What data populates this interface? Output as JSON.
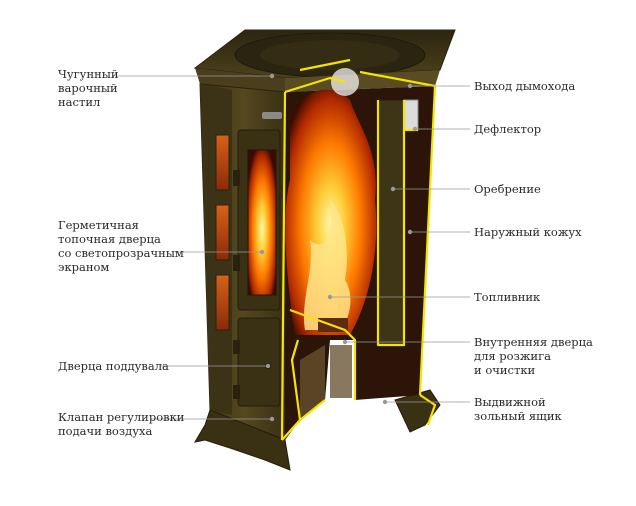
{
  "colors": {
    "body": "#4a3e1c",
    "body_dark": "#2e2610",
    "body_light": "#6b5a2a",
    "outline": "#f5e400",
    "fire": "#ff8a00",
    "leader": "#9a9a9a"
  },
  "labels_left": [
    {
      "id": "cooktop",
      "lines": [
        "Чугунный",
        "варочный",
        "настил"
      ]
    },
    {
      "id": "firebox-door",
      "lines": [
        "Герметичная",
        "топочная дверца",
        "со светопрозрачным",
        "экраном"
      ]
    },
    {
      "id": "ash-door",
      "lines": [
        "Дверца поддувала"
      ]
    },
    {
      "id": "air-valve",
      "lines": [
        "Клапан регулировки",
        "подачи воздуха"
      ]
    }
  ],
  "labels_right": [
    {
      "id": "chimney",
      "lines": [
        "Выход дымохода"
      ]
    },
    {
      "id": "deflector",
      "lines": [
        "Дефлектор"
      ]
    },
    {
      "id": "ribbing",
      "lines": [
        "Оребрение"
      ]
    },
    {
      "id": "outer-casing",
      "lines": [
        "Наружный кожух"
      ]
    },
    {
      "id": "firebox",
      "lines": [
        "Топливник"
      ]
    },
    {
      "id": "inner-door",
      "lines": [
        "Внутренняя дверца",
        "для розжига",
        "и очистки"
      ]
    },
    {
      "id": "ash-box",
      "lines": [
        "Выдвижной",
        "зольный ящик"
      ]
    }
  ]
}
